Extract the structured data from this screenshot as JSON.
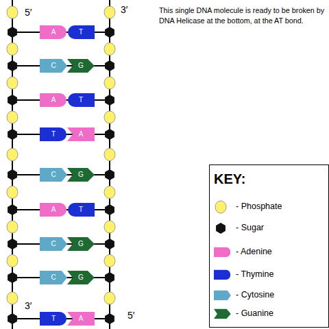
{
  "diagram": {
    "nodes": [
      {
        "text": [
          "A"
        ]
      },
      {
        "text": [
          "T"
        ]
      },
      {
        "text": [
          "C"
        ]
      },
      {
        "text": [
          "G"
        ]
      },
      {
        "text": [
          "A"
        ]
      },
      {
        "text": [
          "T"
        ]
      },
      {
        "text": [
          "T"
        ]
      },
      {
        "text": [
          "A"
        ]
      },
      {
        "text": [
          "C"
        ]
      },
      {
        "text": [
          "G"
        ]
      },
      {
        "text": [
          "A"
        ]
      },
      {
        "text": [
          "T"
        ]
      },
      {
        "text": [
          "C"
        ]
      },
      {
        "text": [
          "G"
        ]
      },
      {
        "text": [
          "C"
        ]
      },
      {
        "text": [
          "G"
        ]
      },
      {
        "text": [
          "T"
        ]
      },
      {
        "text": [
          "A"
        ]
      }
    ],
    "labels": [
      "5′",
      "3′",
      "This single DNA molecule is ready to be broken by DNA Helicase at the bottom, at the AT bond.",
      "3′",
      "5′",
      "KEY:"
    ],
    "legend": [
      {
        "text": "- Phosphate",
        "color": "#fff26a"
      },
      {
        "text": "- Sugar",
        "color": "#111111"
      },
      {
        "text": "- Adenine",
        "color": "#ef6cc8"
      },
      {
        "text": "- Thymine",
        "color": "#1b2fd2"
      },
      {
        "text": "- Cytosine",
        "color": "#5ea8c8"
      },
      {
        "text": "- Guanine",
        "color": "#1e6a32"
      }
    ]
  }
}
